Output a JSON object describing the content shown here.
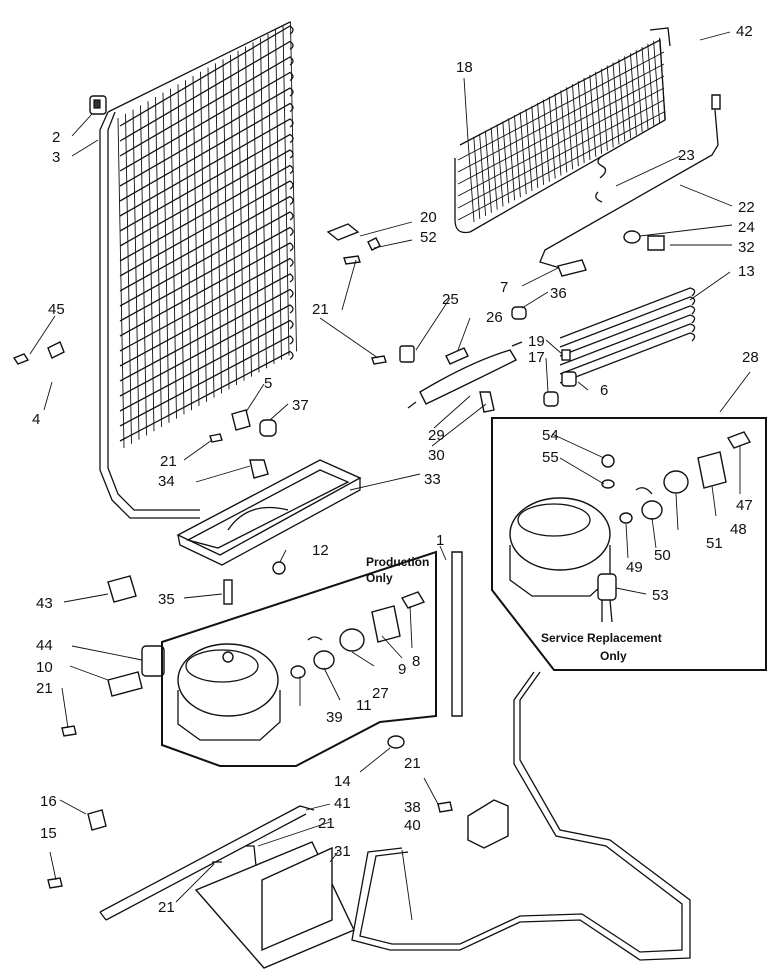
{
  "callouts": {
    "c1": "1",
    "c2": "2",
    "c3": "3",
    "c4": "4",
    "c5": "5",
    "c6": "6",
    "c7": "7",
    "c8": "8",
    "c9": "9",
    "c10": "10",
    "c11": "11",
    "c12": "12",
    "c13": "13",
    "c14": "14",
    "c15": "15",
    "c16": "16",
    "c17": "17",
    "c18": "18",
    "c19": "19",
    "c20": "20",
    "c21a": "21",
    "c21b": "21",
    "c21c": "21",
    "c21d": "21",
    "c21e": "21",
    "c21f": "21",
    "c22": "22",
    "c23": "23",
    "c24": "24",
    "c25": "25",
    "c26": "26",
    "c27": "27",
    "c28": "28",
    "c29": "29",
    "c30": "30",
    "c31": "31",
    "c32": "32",
    "c33": "33",
    "c34": "34",
    "c35": "35",
    "c36": "36",
    "c37": "37",
    "c38": "38",
    "c39": "39",
    "c40": "40",
    "c41": "41",
    "c42": "42",
    "c43": "43",
    "c44": "44",
    "c45": "45",
    "c47": "47",
    "c48": "48",
    "c49": "49",
    "c50": "50",
    "c51": "51",
    "c52": "52",
    "c53": "53",
    "c54": "54",
    "c55": "55"
  },
  "boxes": {
    "production_line1": "Production",
    "production_line2": "Only",
    "service_line1": "Service Replacement",
    "service_line2": "Only"
  }
}
